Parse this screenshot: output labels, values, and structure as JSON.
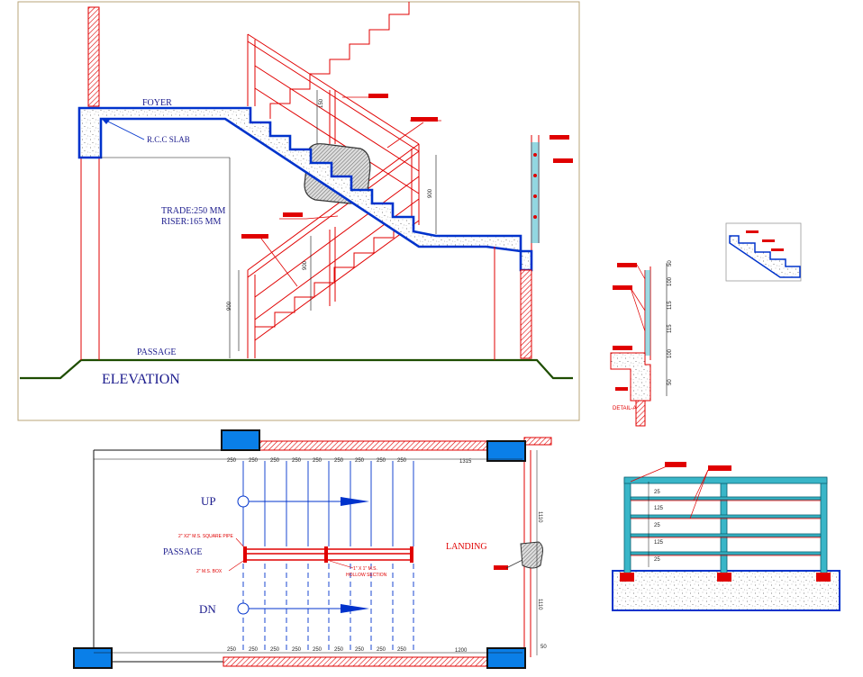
{
  "elevation": {
    "title": "ELEVATION",
    "foyer": "FOYER",
    "slab": "R.C.C SLAB",
    "trade": "TRADE:250 MM",
    "riser": "RISER:165 MM",
    "passage": "PASSAGE",
    "dim_900_a": "900",
    "dim_900_b": "900",
    "dim_900_c": "900",
    "rail_dim": "150"
  },
  "plan": {
    "up": "UP",
    "dn": "DN",
    "passage": "PASSAGE",
    "landing": "LANDING",
    "pipe_note": "2\" X2\" M.S. SQUARE PIPE",
    "box_note": "2\" M.S. BOX",
    "hollow_note_1": "1\" X 1\" M.S.",
    "hollow_note_2": "HOLLOW SECTION",
    "tread": "250",
    "top_landing_dim": "1315",
    "bottom_landing_dim": "1200",
    "side_dim": "1110",
    "end_dim": "50"
  },
  "railing_detail": {
    "dims": [
      "50",
      "100",
      "115",
      "115",
      "100",
      "50"
    ],
    "detail_label": "DETAIL-A"
  },
  "front_railing": {
    "dims": [
      "25",
      "125",
      "25",
      "125",
      "25"
    ]
  },
  "colors": {
    "red": "#e00000",
    "blue": "#0033cc",
    "dark_green": "#1e4d00",
    "cyan": "#39b6c8",
    "box_blue": "#0a7fe8"
  }
}
